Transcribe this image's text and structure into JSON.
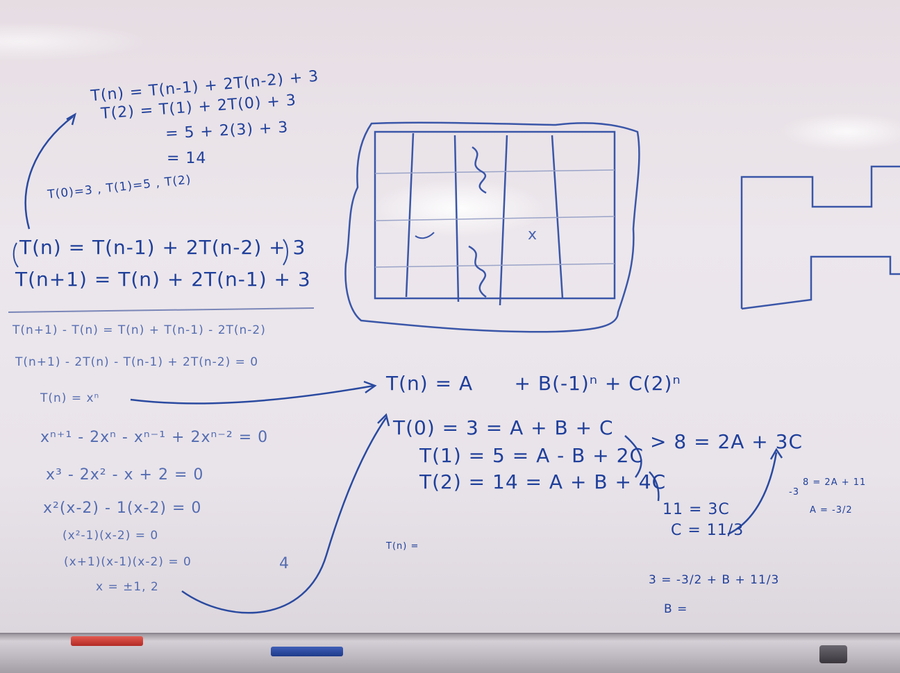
{
  "board": {
    "top_derivation": [
      "T(n) = T(n-1) + 2T(n-2) + 3",
      "T(2) = T(1) + 2T(0) + 3",
      "= 5 + 2(3) + 3",
      "= 14",
      "T(0)=3 , T(1)=5 , T(2)"
    ],
    "recurrences": [
      "T(n) = T(n-1) + 2T(n-2) + 3",
      "T(n+1) = T(n) + 2T(n-1) + 3"
    ],
    "characteristic": [
      "T(n+1) - T(n) = T(n) + T(n-1) - 2T(n-2)",
      "T(n+1) - 2T(n) - T(n-1) + 2T(n-2) = 0",
      "T(n) = xⁿ",
      "xⁿ⁺¹ - 2xⁿ - xⁿ⁻¹ + 2xⁿ⁻² = 0",
      "x³ - 2x² - x + 2 = 0",
      "x²(x-2) - 1(x-2) = 0",
      "(x²-1)(x-2) = 0",
      "(x+1)(x-1)(x-2) = 0",
      "x = ±1, 2"
    ],
    "side_mark": "4",
    "general_solution": "T(n) = A      + B(-1)ⁿ + C(2)ⁿ",
    "system": [
      "T(0) = 3 = A + B + C",
      "T(1) = 5 = A - B + 2C",
      "T(2) = 14 = A + B + 4C"
    ],
    "derived": {
      "eq_8": "> 8 = 2A + 3C",
      "eq_11": "11 = 3C",
      "c_value": "C = 11/3",
      "side_eq": "8 = 2A + 11",
      "side_minus": "-3",
      "a_value": "A = -3/2",
      "b_eq": "3 = -3/2 + B + 11/3",
      "b_value": "B =",
      "tn_blank": "T(n) ="
    },
    "sketch_x": "x"
  },
  "colors": {
    "ink": "#1f3f9a",
    "board": "#ece7ec"
  }
}
